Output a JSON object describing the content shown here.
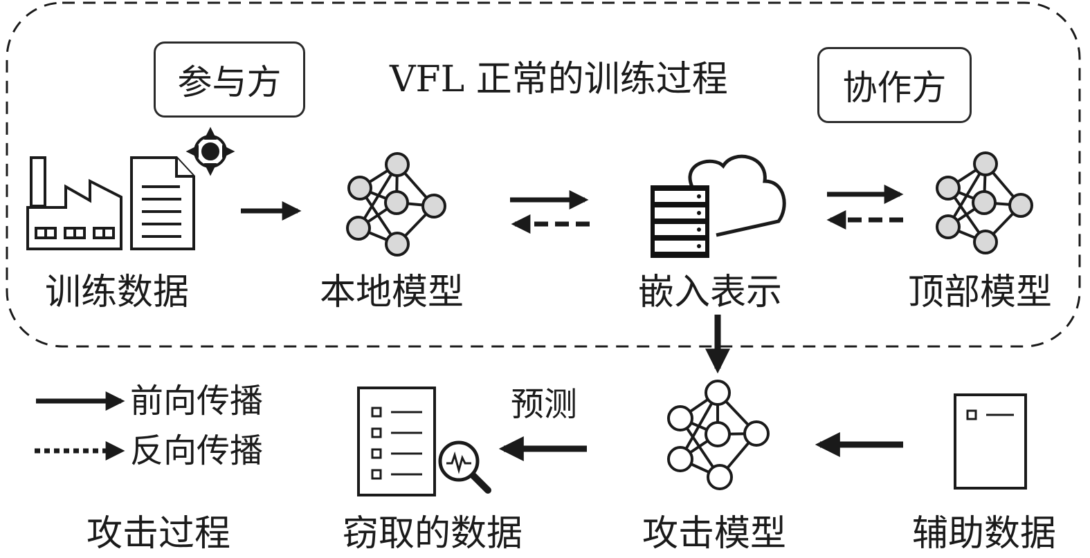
{
  "title": "VFL 正常的训练过程",
  "roles": {
    "participant": "参与方",
    "collaborator": "协作方"
  },
  "nodes": {
    "training_data": "训练数据",
    "local_model": "本地模型",
    "embedding": "嵌入表示",
    "top_model": "顶部模型",
    "stolen_data": "窃取的数据",
    "attack_model": "攻击模型",
    "auxiliary_data": "辅助数据"
  },
  "edge_labels": {
    "predict": "预测"
  },
  "legend": {
    "forward": "前向传播",
    "backward": "反向传播"
  },
  "attack_section": "攻击过程",
  "colors": {
    "node_fill": "#d9d9d9",
    "stroke": "#1a1a1a"
  }
}
